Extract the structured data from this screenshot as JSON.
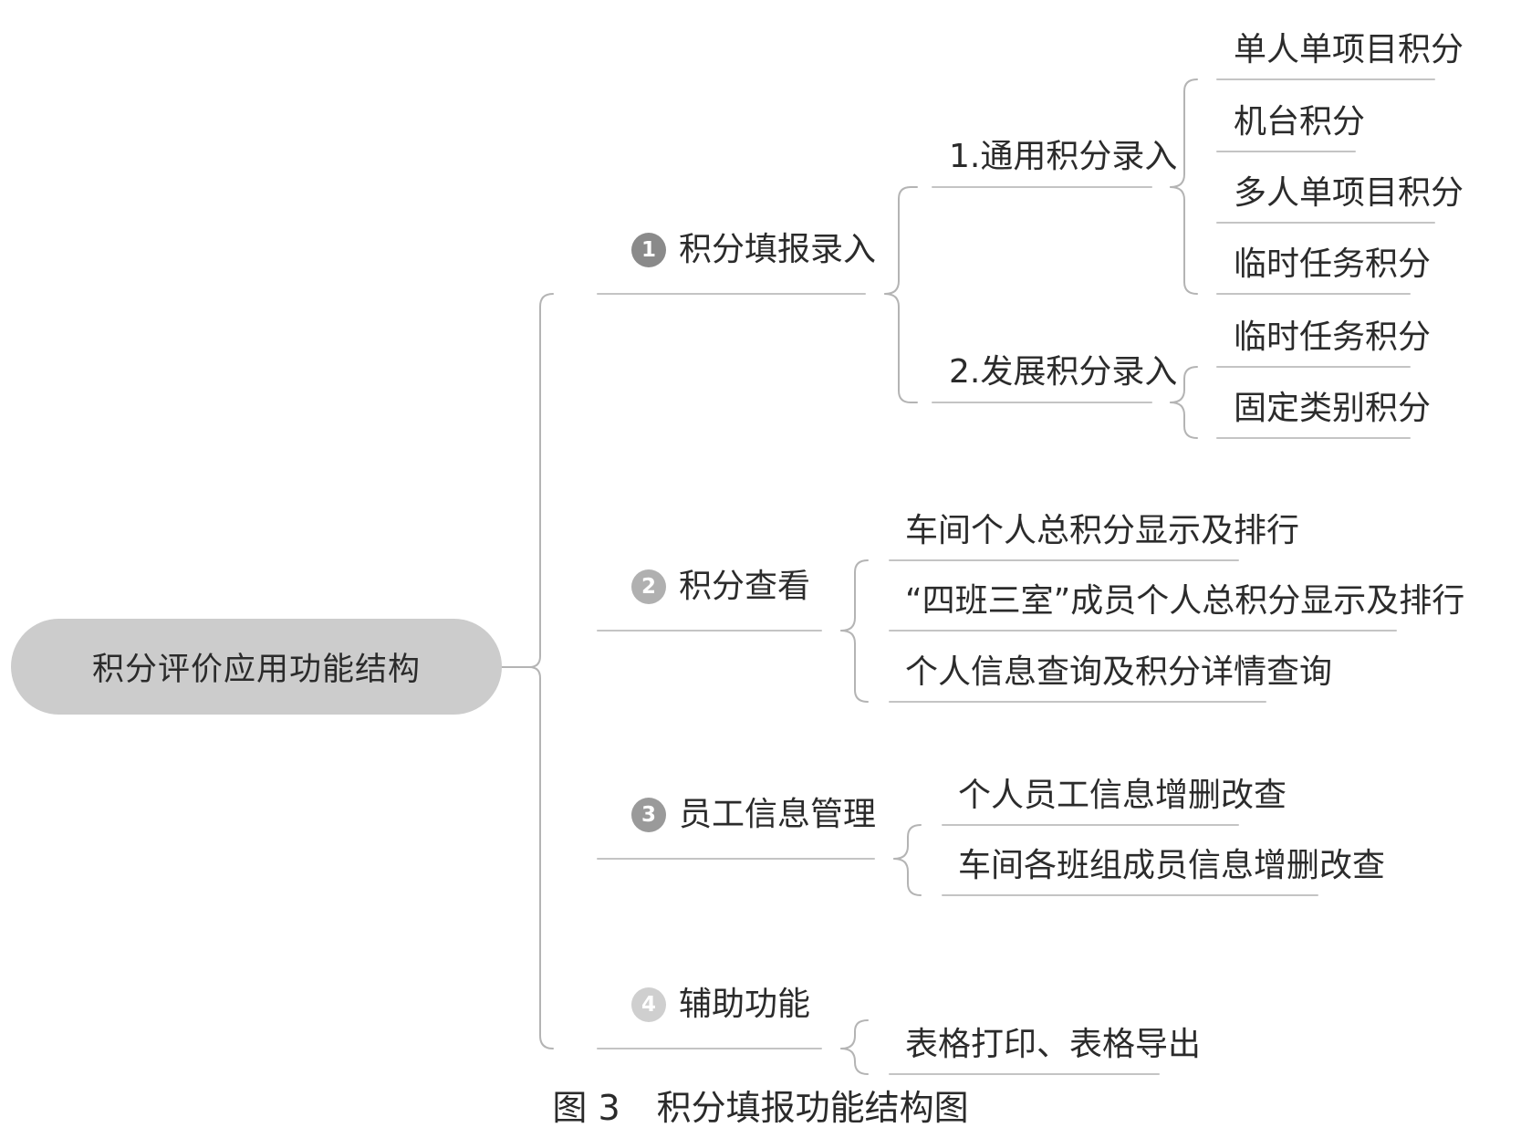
{
  "root": {
    "label": "积分评价应用功能结构"
  },
  "branches": [
    {
      "number": "1",
      "label": "积分填报录入",
      "badge_color": "#8a8a8a",
      "subgroups": [
        {
          "label": "1.通用积分录入",
          "items": [
            "单人单项目积分",
            "机台积分",
            "多人单项目积分",
            "临时任务积分"
          ]
        },
        {
          "label": "2.发展积分录入",
          "items": [
            "临时任务积分",
            "固定类别积分"
          ]
        }
      ]
    },
    {
      "number": "2",
      "label": "积分查看",
      "badge_color": "#b0b0b0",
      "items": [
        "车间个人总积分显示及排行",
        "“四班三室”成员个人总积分显示及排行",
        "个人信息查询及积分详情查询"
      ]
    },
    {
      "number": "3",
      "label": "员工信息管理",
      "badge_color": "#9a9a9a",
      "items": [
        "个人员工信息增删改查",
        "车间各班组成员信息增删改查"
      ]
    },
    {
      "number": "4",
      "label": "辅助功能",
      "badge_color": "#cfcfcf",
      "items": [
        "表格打印、表格导出"
      ]
    }
  ],
  "caption": {
    "figure_label": "图 3",
    "title": "积分填报功能结构图"
  },
  "colors": {
    "line": "#b4b4b4",
    "underline": "#c4c4c4",
    "root_fill": "#cccccc",
    "text": "#2b2b2b"
  }
}
